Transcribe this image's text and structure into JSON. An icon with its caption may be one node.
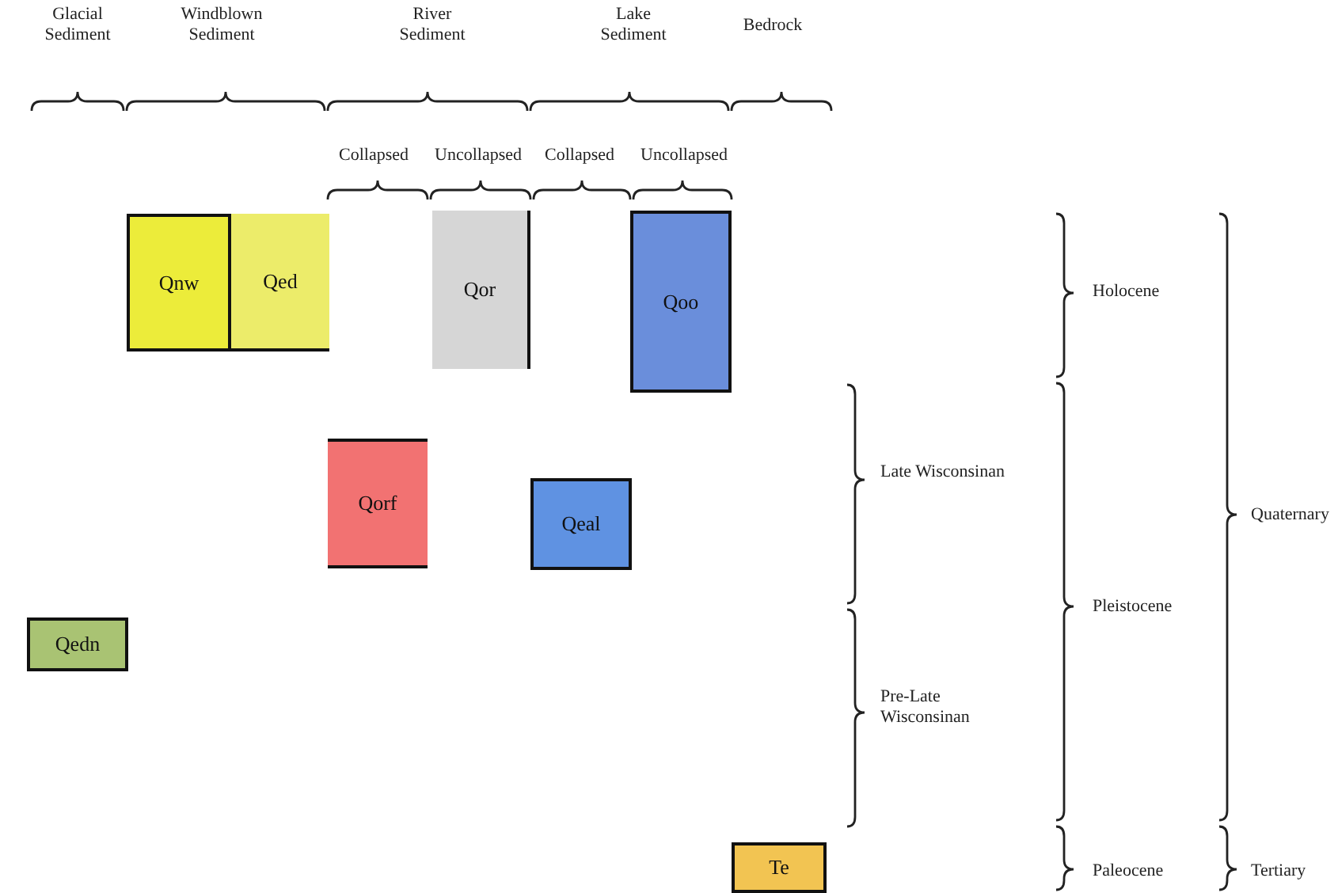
{
  "diagram": {
    "nodes": [
      {
        "text": [
          "Qnw"
        ]
      },
      {
        "text": [
          "Qed"
        ]
      },
      {
        "text": [
          "Qor"
        ]
      },
      {
        "text": [
          "Qoo"
        ]
      },
      {
        "text": [
          "Qorf"
        ]
      },
      {
        "text": [
          "Qeal"
        ]
      },
      {
        "text": [
          "Qedn"
        ]
      },
      {
        "text": [
          "Te"
        ]
      }
    ],
    "labels": [
      "Glacial Sediment",
      "Windblown Sediment",
      "River Sediment",
      "Lake Sediment",
      "Bedrock",
      "Collapsed",
      "Uncollapsed",
      "Collapsed",
      "Uncollapsed",
      "Holocene",
      "Late Wisconsinan",
      "Quaternary",
      "Pleistocene",
      "Pre-Late Wisconsinan",
      "Paleocene",
      "Tertiary"
    ]
  }
}
